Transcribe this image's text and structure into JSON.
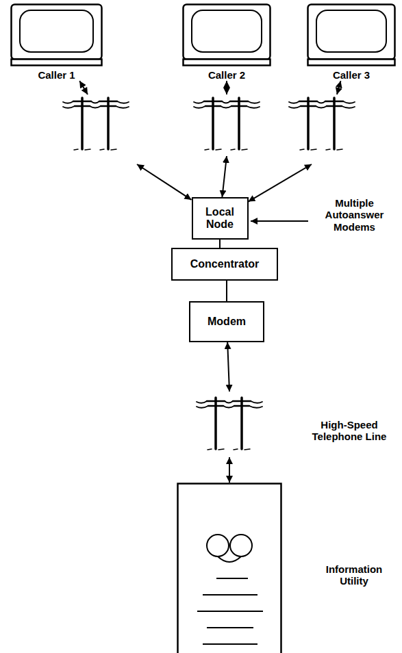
{
  "diagram": {
    "nodes": [
      {
        "text": [
          "Caller 1"
        ]
      },
      {
        "text": [
          "Caller 2"
        ]
      },
      {
        "text": [
          "Caller 3"
        ]
      },
      {
        "text": [
          "Local Node"
        ]
      },
      {
        "text": [
          "Concentrator"
        ]
      },
      {
        "text": [
          "Modem"
        ]
      },
      {
        "text": [
          "Information Utility"
        ]
      }
    ],
    "edges": [
      {
        "from": 0,
        "to": 3,
        "arrow": "both"
      },
      {
        "from": 1,
        "to": 3,
        "arrow": "both"
      },
      {
        "from": 2,
        "to": 3,
        "arrow": "both"
      },
      {
        "from": 3,
        "to": 4,
        "arrow": "none"
      },
      {
        "from": 4,
        "to": 5,
        "arrow": "none"
      },
      {
        "from": 5,
        "to": 6,
        "arrow": "both"
      }
    ],
    "labels": [
      "Multiple Autoanswer Modems",
      "High-Speed Telephone Line"
    ]
  }
}
